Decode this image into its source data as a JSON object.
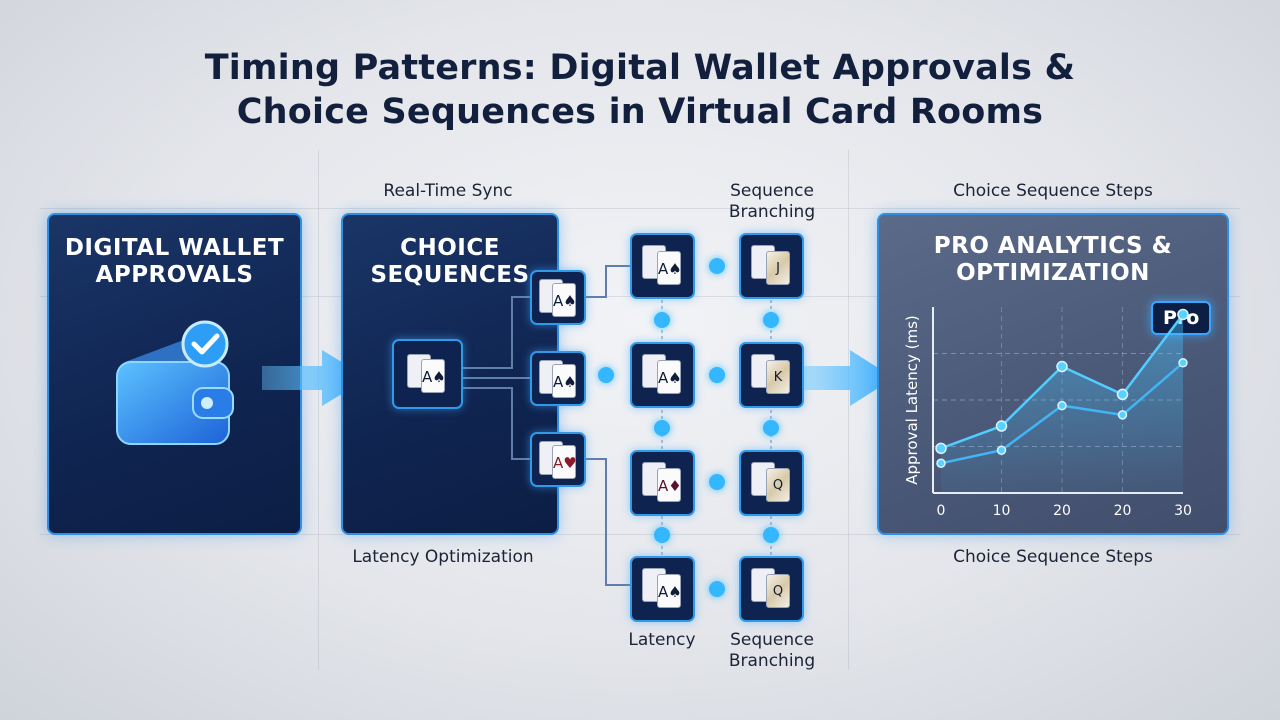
{
  "title": {
    "line1": "Timing Patterns: Digital Wallet Approvals &",
    "line2": "Choice Sequences in Virtual Card Rooms"
  },
  "labels": {
    "real_time_sync": "Real-Time Sync",
    "sequence_branching_top": "Sequence Branching",
    "choice_steps_top": "Choice Sequence Steps",
    "latency_optimization": "Latency Optimization",
    "choice_steps_bottom": "Choice Sequence Steps",
    "latency_bottom": "Latency",
    "sequence_branching_bottom": "Sequence Branching"
  },
  "panels": {
    "wallet": {
      "title_line1": "DIGITAL WALLET",
      "title_line2": "APPROVALS",
      "icon": "wallet-check-icon"
    },
    "choice": {
      "title_line1": "CHOICE",
      "title_line2": "SEQUENCES"
    },
    "pro": {
      "title_line1": "PRO ANALYTICS &",
      "title_line2": "OPTIMIZATION",
      "badge": "Pro"
    }
  },
  "cards": {
    "ace_spades": "A♠",
    "ace_hearts": "A♥",
    "ace_diamonds": "A♦",
    "jack_face": "J",
    "king_face": "K",
    "queen_face": "Q"
  },
  "colors": {
    "panel_dark": "#0f2450",
    "accent_blue": "#35b7ff",
    "border_blue": "#2f8fe0",
    "pro_panel": "#4d5c7a"
  },
  "chart_data": {
    "type": "line",
    "ylabel": "Approval Latency (ms)",
    "x_ticks": [
      "0",
      "10",
      "20",
      "20",
      "30"
    ],
    "grid": true,
    "series": [
      {
        "values": [
          0.24,
          0.36,
          0.68,
          0.53,
          0.96
        ]
      },
      {
        "values": [
          0.16,
          0.23,
          0.47,
          0.42,
          0.7
        ]
      }
    ],
    "ylim": [
      0,
      1
    ]
  }
}
